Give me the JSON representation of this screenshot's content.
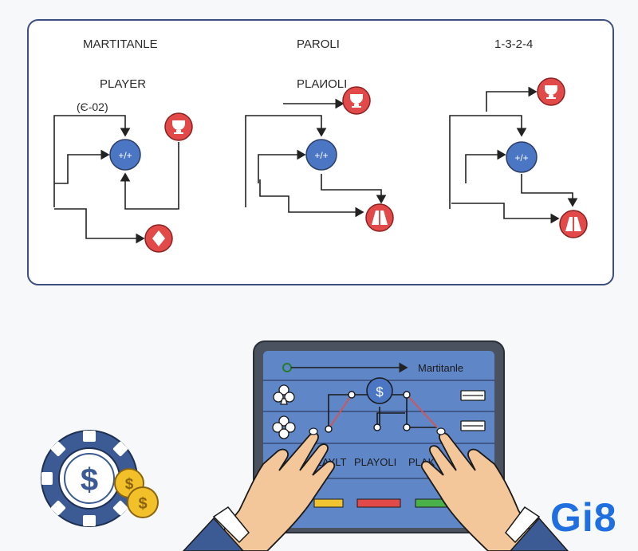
{
  "diagram": {
    "strategies": [
      {
        "title": "MARTITANLE",
        "subtitle": "PLAYER",
        "note": "(Є-02)"
      },
      {
        "title": "PAROLI",
        "subtitle": "PLAИOLI",
        "note": ""
      },
      {
        "title": "1-3-2-4",
        "subtitle": "",
        "note": ""
      }
    ],
    "operator_symbol": "+/+",
    "icons": [
      "trophy-icon",
      "diamond-icon",
      "card-icon"
    ]
  },
  "tablet": {
    "header_label": "Martitanle",
    "coin_symbol": "$",
    "column_labels": [
      "PLAYLT",
      "PLAYOLI",
      "PLAKT"
    ],
    "color_tabs": [
      "#f0c531",
      "#e24a4a",
      "#4ab04a"
    ],
    "suit_icons": [
      "club-icon",
      "clover-icon"
    ]
  },
  "chip": {
    "symbol": "$"
  },
  "coins": {
    "symbol": "$"
  },
  "brand": {
    "logo_text": "Gi8",
    "color": "#1f6fe0"
  },
  "colors": {
    "red": "#e24a4a",
    "blue": "#4a76c4",
    "navy": "#3c4f7e"
  }
}
